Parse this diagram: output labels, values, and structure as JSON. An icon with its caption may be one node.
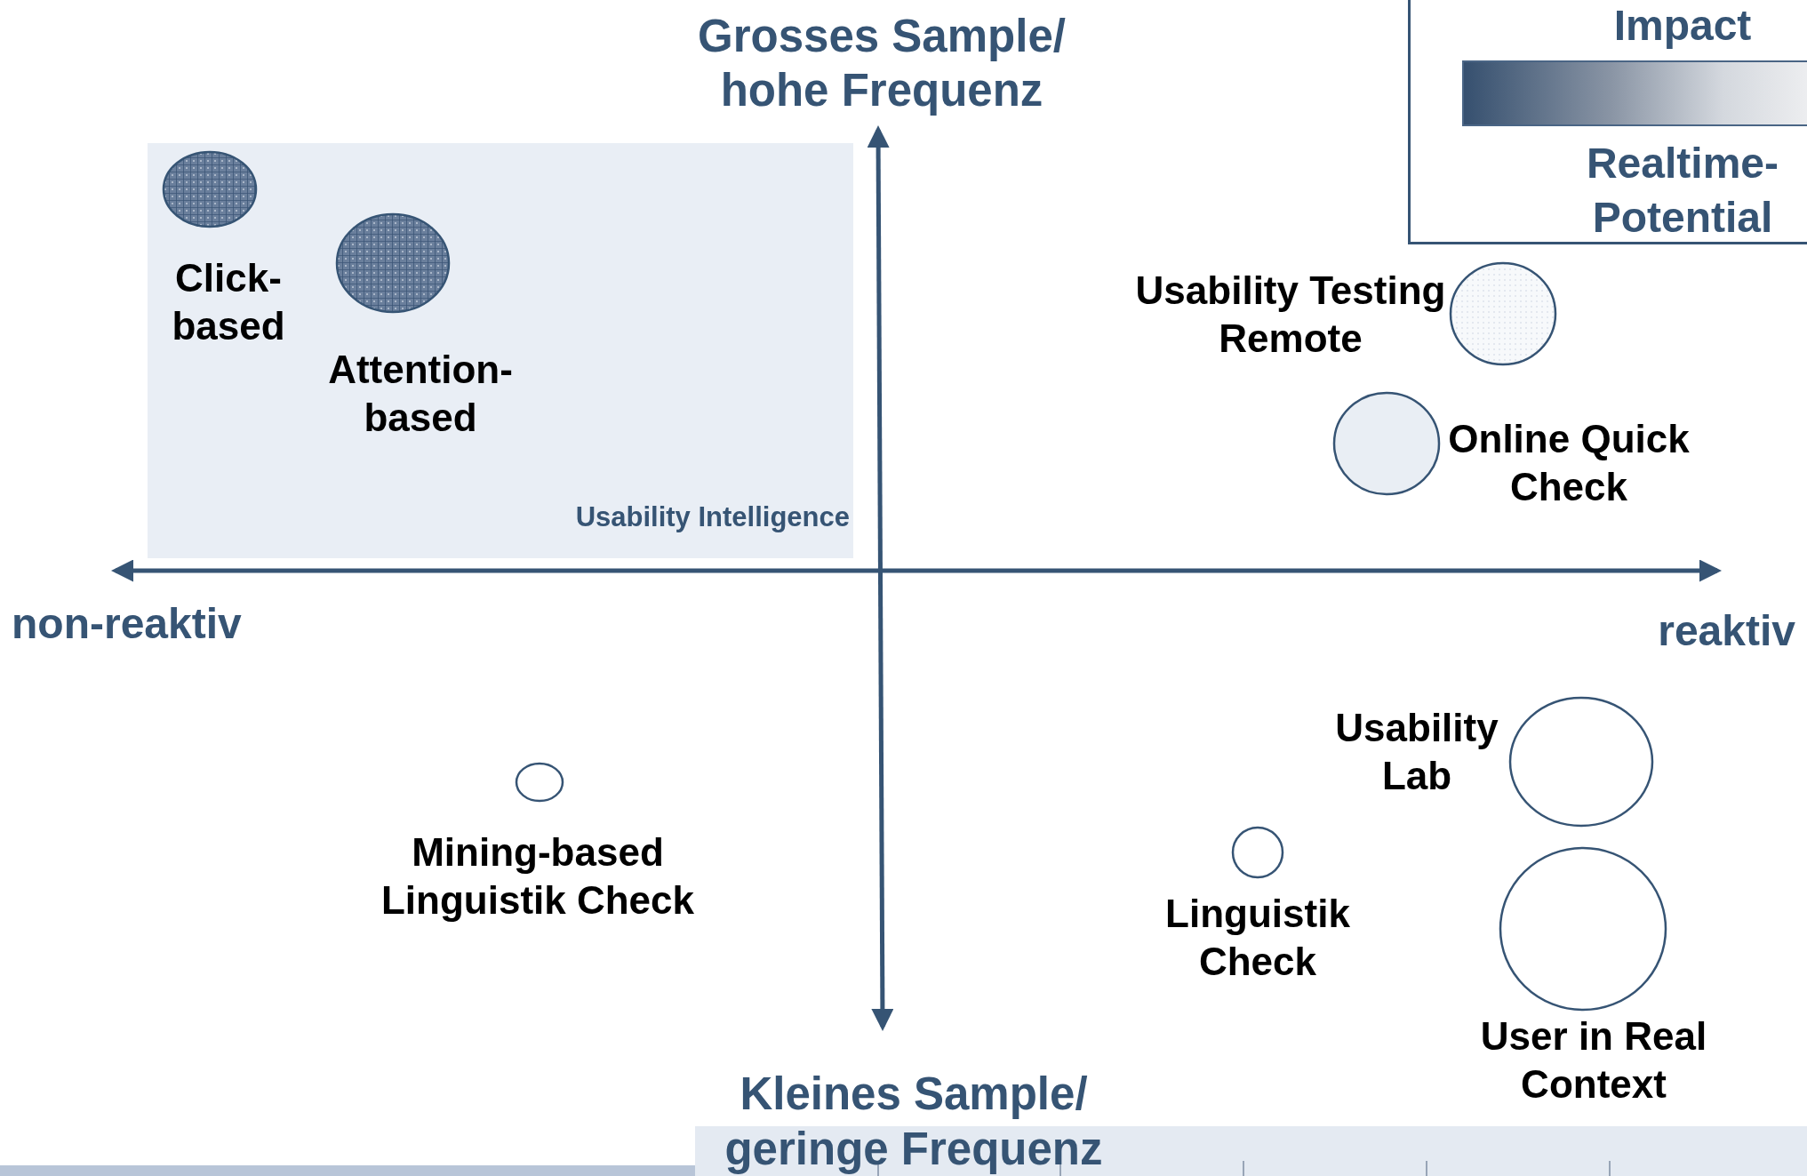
{
  "diagram": {
    "nodes": [
      {
        "text": [
          "Usability Intelligence"
        ]
      },
      {
        "text": [
          "Click-based"
        ],
        "in": 0
      },
      {
        "text": [
          "Attention-based"
        ],
        "in": 0
      },
      {
        "text": [
          "Usability Testing Remote"
        ]
      },
      {
        "text": [
          "Online Quick Check"
        ]
      },
      {
        "text": [
          "Mining-based Linguistik Check"
        ]
      },
      {
        "text": [
          "Usability Lab"
        ]
      },
      {
        "text": [
          "Linguistik Check"
        ]
      },
      {
        "text": [
          "User in Real Context"
        ]
      }
    ],
    "edges": [],
    "labels": [
      "Grosses Sample/ hohe Frequenz",
      "Impact",
      "Realtime-Potential",
      "non-reaktiv",
      "reaktiv",
      "Kleines Sample/ geringe Frequenz"
    ]
  }
}
